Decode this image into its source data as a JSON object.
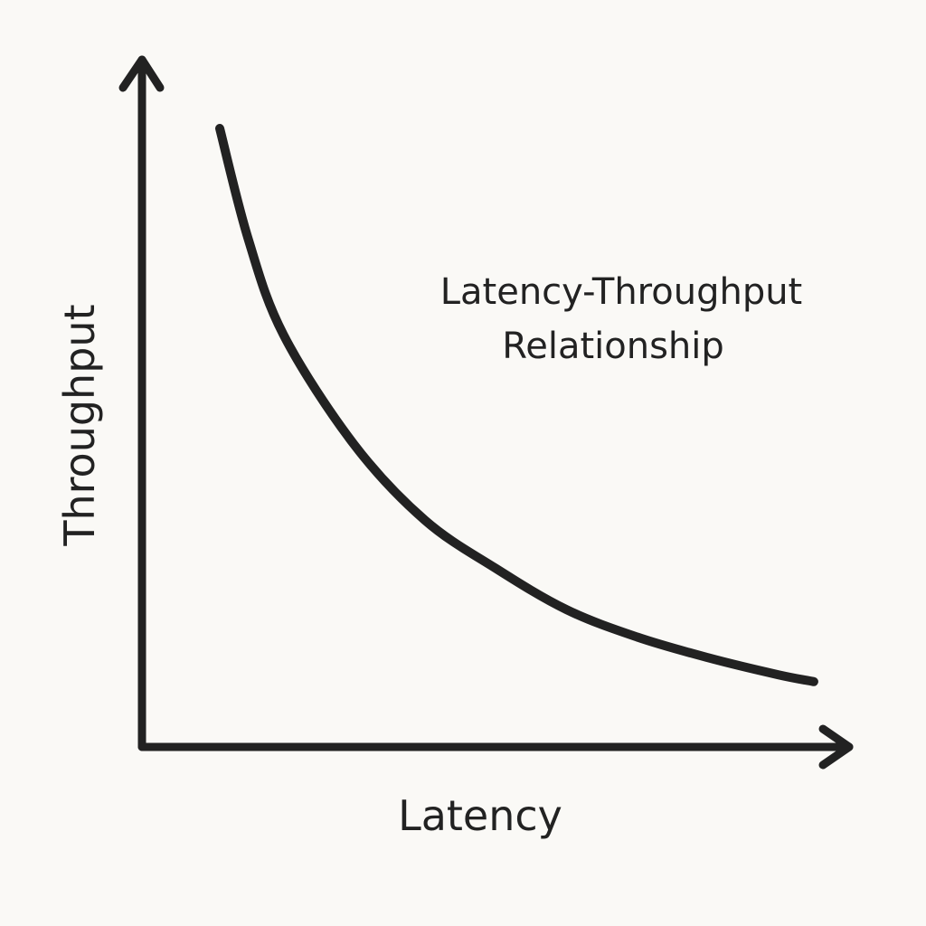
{
  "colors": {
    "background": "#faf9f6",
    "ink": "#222222"
  },
  "chart_data": {
    "type": "line",
    "title": "Latency-Throughput Relationship",
    "title_lines": [
      "Latency-Throughput",
      "Relationship"
    ],
    "xlabel": "Latency",
    "ylabel": "Throughput",
    "xlim": [
      0,
      10
    ],
    "ylim": [
      0,
      10
    ],
    "grid": false,
    "ticks": false,
    "legend": "none",
    "series": [
      {
        "x": [
          1.1,
          1.5,
          2.0,
          3.0,
          4.0,
          5.0,
          6.0,
          7.0,
          8.0,
          9.0,
          9.5
        ],
        "y": [
          9.0,
          7.4,
          6.0,
          4.4,
          3.3,
          2.6,
          2.0,
          1.6,
          1.3,
          1.05,
          0.95
        ]
      }
    ]
  }
}
